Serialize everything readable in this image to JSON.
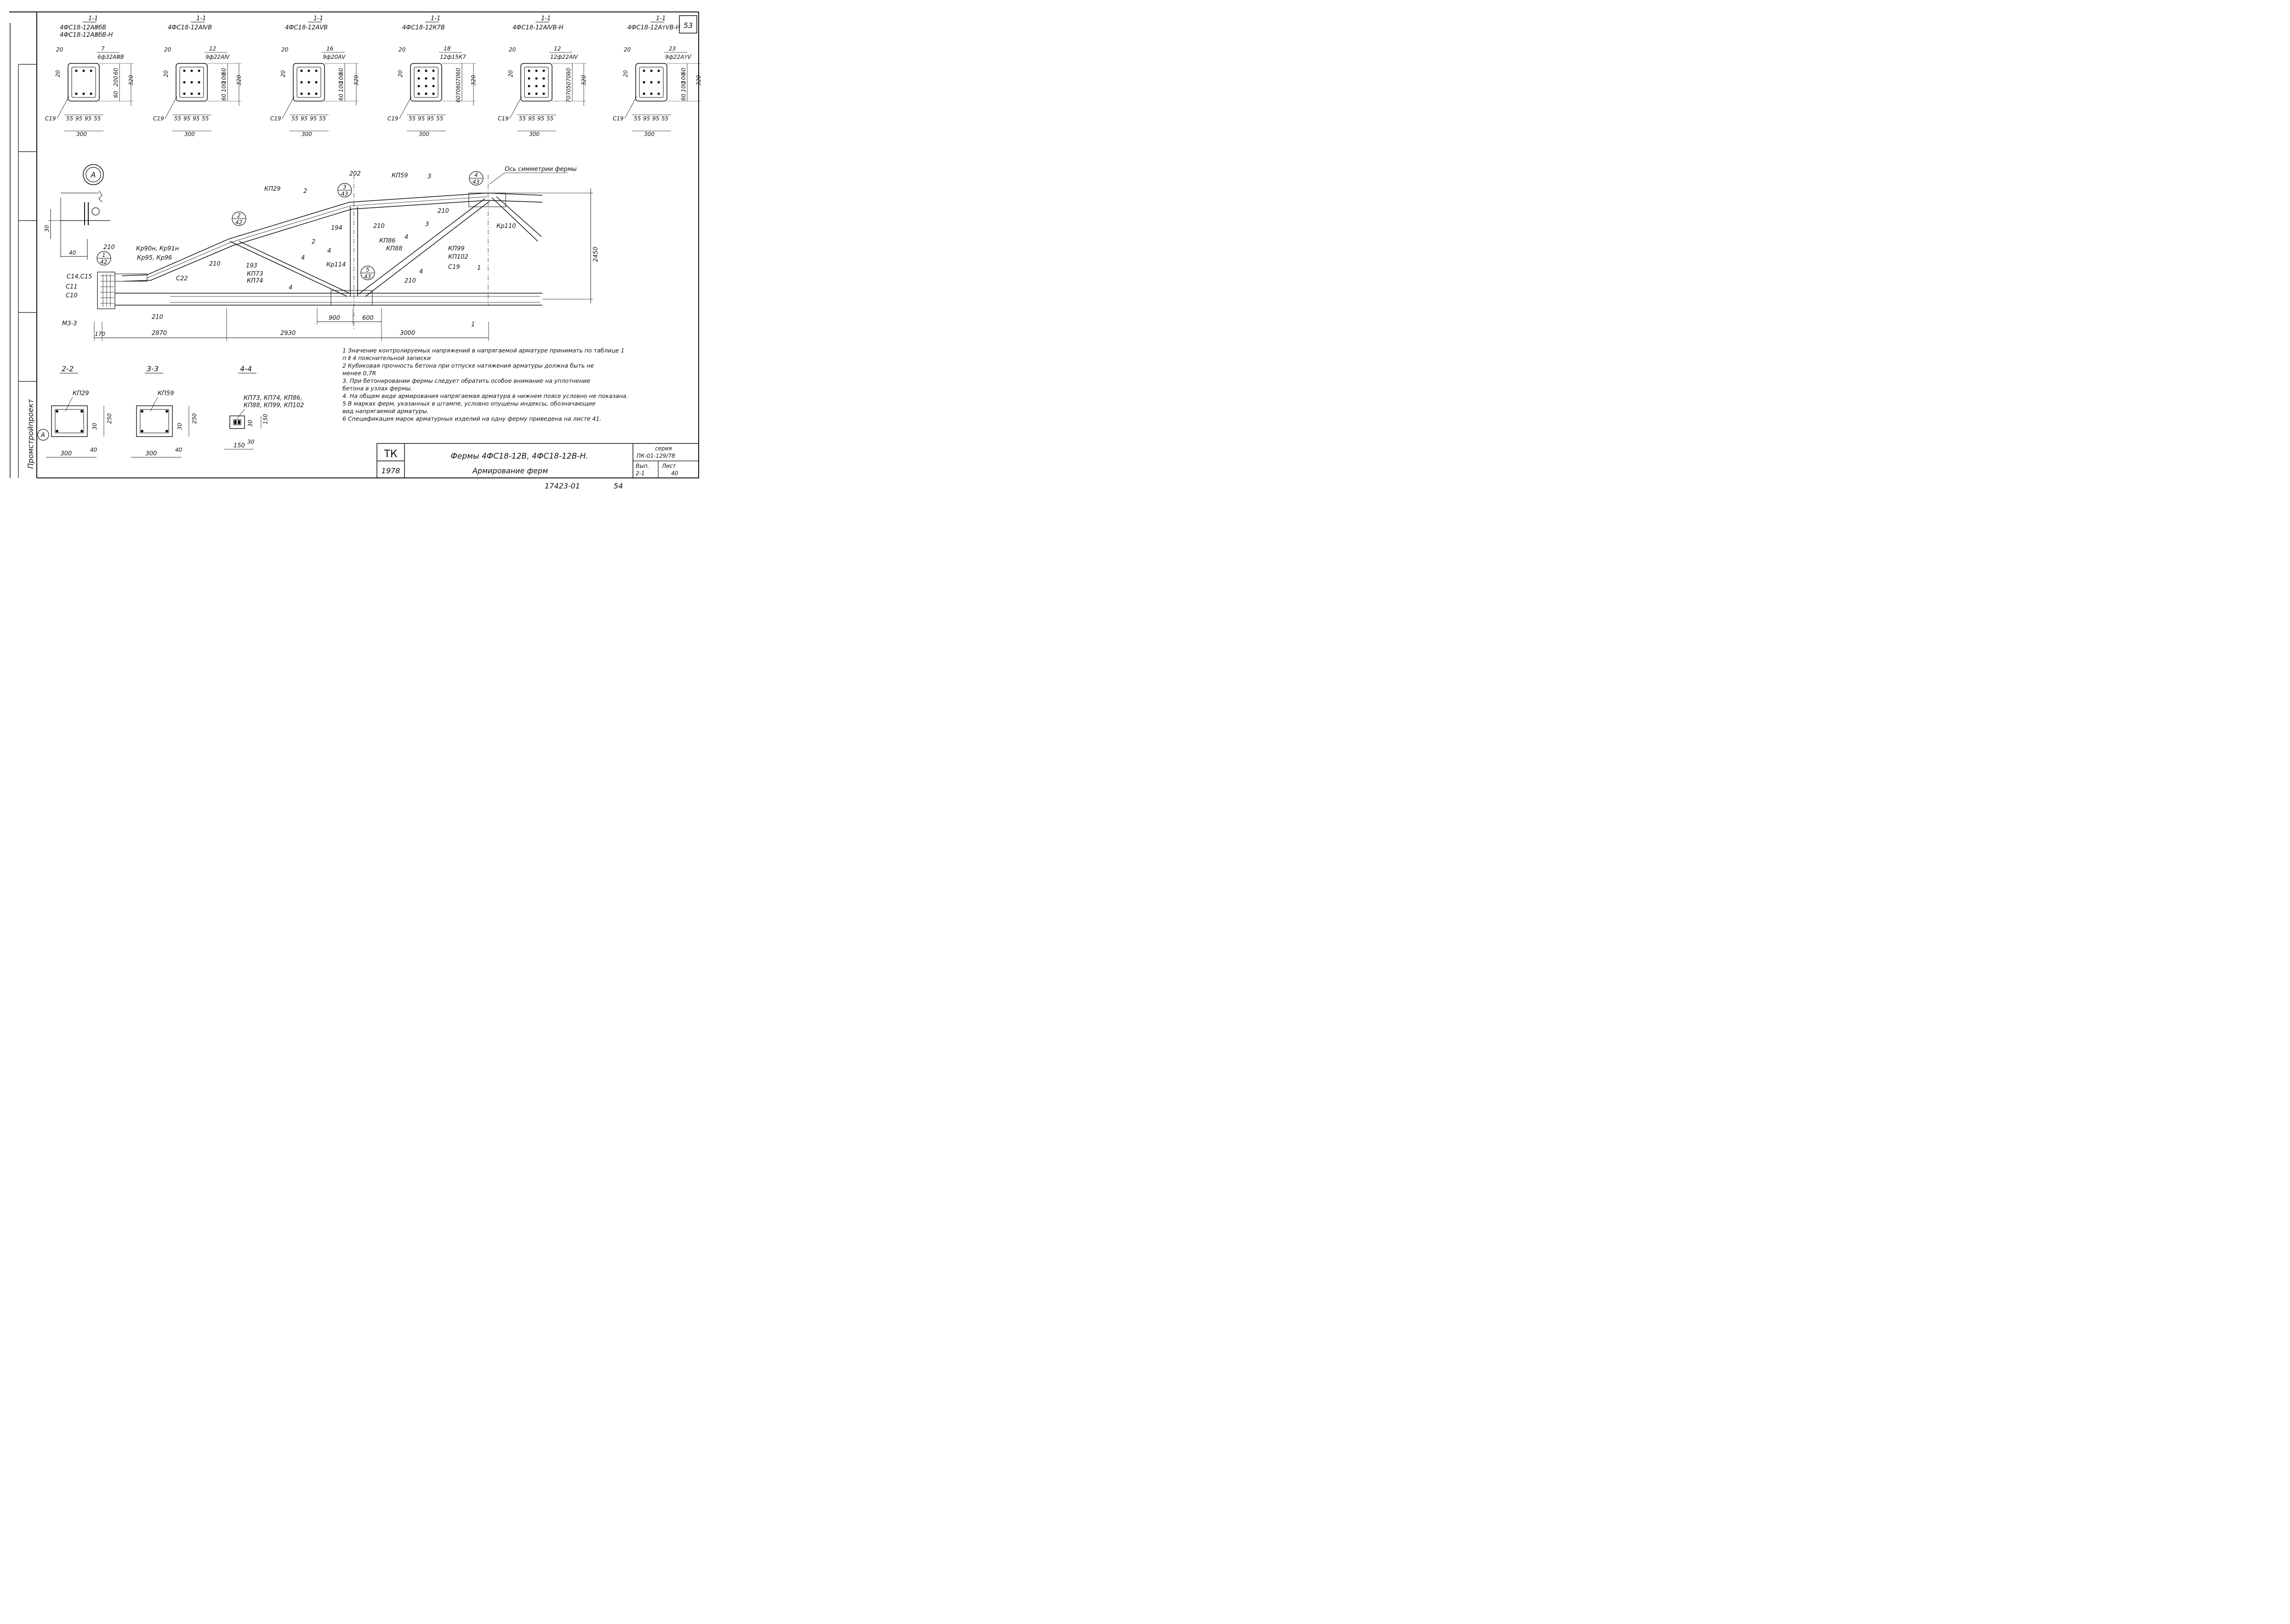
{
  "sheet_number": "53",
  "side_label": "Промстройпроект",
  "sections_top": [
    {
      "cut": "1-1",
      "marks": [
        "4ФС18-12АⅢбВ",
        "4ФС18-12АⅢбВ-Н"
      ],
      "rebar": "6ф32АⅢВ",
      "count": "7",
      "top": "20",
      "left": "20",
      "vdims": [
        "60",
        "200",
        "60"
      ],
      "height": "320",
      "hdims": [
        "55",
        "95",
        "95",
        "55"
      ],
      "width": "300",
      "clamp": "С19"
    },
    {
      "cut": "1-1",
      "marks": [
        "4ФС18-12АⅣВ"
      ],
      "rebar": "9ф22АⅣ",
      "count": "12",
      "top": "20",
      "left": "20",
      "vdims": [
        "60",
        "100",
        "100",
        "60"
      ],
      "height": "320",
      "hdims": [
        "55",
        "95",
        "95",
        "55"
      ],
      "width": "300",
      "clamp": "С19"
    },
    {
      "cut": "1-1",
      "marks": [
        "4ФС18-12АⅤВ"
      ],
      "rebar": "9ф20АⅤ",
      "count": "16",
      "top": "20",
      "left": "20",
      "vdims": [
        "60",
        "100",
        "100",
        "60"
      ],
      "height": "320",
      "hdims": [
        "55",
        "95",
        "95",
        "55"
      ],
      "width": "300",
      "clamp": "С19"
    },
    {
      "cut": "1-1",
      "marks": [
        "4ФС18-12К7В"
      ],
      "rebar": "12ф15К7",
      "count": "18",
      "top": "20",
      "left": "20",
      "vdims": [
        "60",
        "70",
        "60",
        "70",
        "60"
      ],
      "height": "320",
      "hdims": [
        "55",
        "95",
        "95",
        "55"
      ],
      "width": "300",
      "clamp": "С19"
    },
    {
      "cut": "1-1",
      "marks": [
        "4ФС18-12АⅣВ-Н"
      ],
      "rebar": "12ф22АⅣ",
      "count": "12",
      "top": "20",
      "left": "20",
      "vdims": [
        "60",
        "70",
        "50",
        "70",
        "70"
      ],
      "height": "320",
      "hdims": [
        "55",
        "95",
        "95",
        "55"
      ],
      "width": "300",
      "clamp": "С19"
    },
    {
      "cut": "1-1",
      "marks": [
        "4ФС18-12АтⅤВ-Н"
      ],
      "rebar": "9ф22АтⅤ",
      "count": "23",
      "top": "20",
      "left": "20",
      "vdims": [
        "60",
        "100",
        "100",
        "60"
      ],
      "height": "320",
      "hdims": [
        "55",
        "95",
        "95",
        "55"
      ],
      "width": "300",
      "clamp": "С19"
    }
  ],
  "detail_a": {
    "marker": "А",
    "dim_h": "30",
    "dim_w": "40"
  },
  "truss": {
    "axis_label": "Ось симметрии фермы",
    "callouts": [
      {
        "num": "1",
        "sheet": "42"
      },
      {
        "num": "2",
        "sheet": "42"
      },
      {
        "num": "3",
        "sheet": "43"
      },
      {
        "num": "4",
        "sheet": "43"
      },
      {
        "num": "5",
        "sheet": "43"
      }
    ],
    "labels": [
      "КП29",
      "202",
      "КП59",
      "3",
      "2",
      "210",
      "210",
      "Кр110",
      "194",
      "210",
      "КП86",
      "КП88",
      "4",
      "КП99",
      "КП102",
      "С19",
      "Кр90н, Кр91н",
      "Кр95, Кр96",
      "210",
      "С22",
      "193",
      "КП73",
      "КП74",
      "4",
      "Кр114",
      "2",
      "210",
      "4",
      "1",
      "С14,С15",
      "С11",
      "С10",
      "М3-3",
      "210",
      "3",
      "4",
      "1",
      "4"
    ],
    "height": "2450",
    "dims_bottom": [
      "170",
      "2870",
      "2930",
      "3000"
    ],
    "dims_mid": [
      "900",
      "600"
    ]
  },
  "sections_bottom": [
    {
      "cut": "2-2",
      "mark": "КП29",
      "height": "250",
      "cover": "30",
      "width": "300",
      "side": "40",
      "marker": "А"
    },
    {
      "cut": "3-3",
      "mark": "КП59",
      "height": "250",
      "cover": "30",
      "width": "300",
      "side": "40"
    },
    {
      "cut": "4-4",
      "marks": [
        "КП73, КП74, КП86,",
        "КП88, КП99, КП102"
      ],
      "height": "150",
      "cover": "30",
      "width": "150",
      "side": "30"
    }
  ],
  "notes": [
    "1 Значение контролируемых напряжений в напрягаемой арматуре принимать по таблице 1",
    "п Ⅱ 4 пояснительной записки",
    "2 Кубиковая прочность бетона при отпуске натяжения арматуры должна быть не",
    "менее 0,7R",
    "3. При бетонировании фермы следует обратить особое внимание на уплотнение",
    "бетона в узлах фермы.",
    "4. На общем виде армирования напрягаемая арматура в нижнем поясе условно не показана.",
    "5 В марках ферм, указанных в штампе, условно опущены индексы, обозначающие",
    "вид напрягаемой арматуры.",
    "6 Спецификация марок арматурных изделий на одну ферму приведена на листе 41."
  ],
  "stamp": {
    "org": "ТК",
    "year": "1978",
    "title": "Фермы 4ФС18-12В, 4ФС18-12В-Н.",
    "subtitle": "Армирование ферм",
    "series_label": "серия",
    "series": "ПК-01-129/78",
    "issue_label": "Вып.",
    "issue": "2-1",
    "sheet_label": "Лист",
    "sheet": "40"
  },
  "footer": {
    "code": "17423-01",
    "page": "54"
  }
}
